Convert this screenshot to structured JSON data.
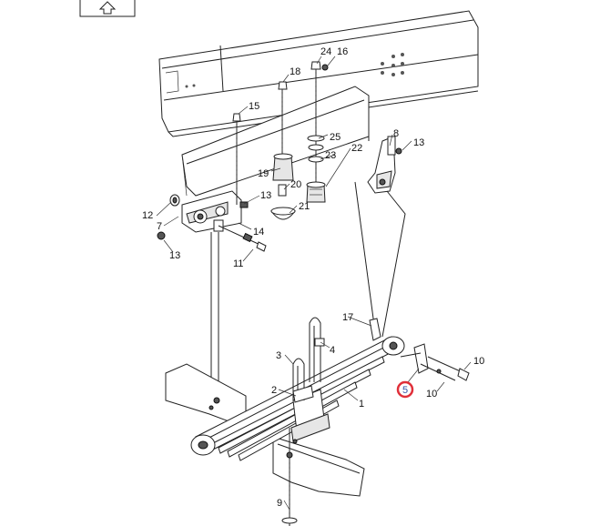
{
  "labels": {
    "l1": "1",
    "l2": "2",
    "l3": "3",
    "l4": "4",
    "l5": "5",
    "l7": "7",
    "l8": "8",
    "l9": "9",
    "l10a": "10",
    "l10b": "10",
    "l11": "11",
    "l12": "12",
    "l13a": "13",
    "l13b": "13",
    "l13c": "13",
    "l14": "14",
    "l15": "15",
    "l16": "16",
    "l17": "17",
    "l18": "18",
    "l19": "19",
    "l20": "20",
    "l21": "21",
    "l22": "22",
    "l23": "23",
    "l24": "24",
    "l25": "25"
  },
  "highlighted_callout": "5",
  "highlight_color": "#e0303a",
  "highlight_text_color": "#3355aa",
  "up_arrow_icon": "up-arrow-icon"
}
